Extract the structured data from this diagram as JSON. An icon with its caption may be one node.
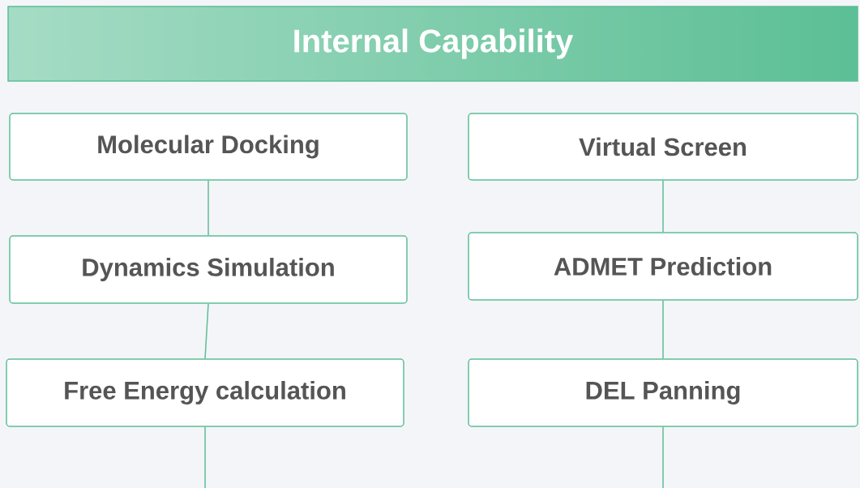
{
  "diagram": {
    "nodes": [
      {
        "text": [
          "Internal Capability"
        ]
      },
      {
        "text": [
          "Molecular Docking"
        ]
      },
      {
        "text": [
          "Dynamics Simulation"
        ]
      },
      {
        "text": [
          "Free Energy calculation"
        ]
      },
      {
        "text": [
          "Virtual Screen"
        ]
      },
      {
        "text": [
          "ADMET Prediction"
        ]
      },
      {
        "text": [
          "DEL Panning"
        ]
      }
    ],
    "edges": [
      {
        "from": 1,
        "to": 2,
        "arrow": "none"
      },
      {
        "from": 2,
        "to": 3,
        "arrow": "none"
      },
      {
        "from": 3,
        "to": null,
        "arrow": "none"
      },
      {
        "from": 4,
        "to": 5,
        "arrow": "none"
      },
      {
        "from": 5,
        "to": 6,
        "arrow": "none"
      },
      {
        "from": 6,
        "to": null,
        "arrow": "none"
      }
    ]
  }
}
